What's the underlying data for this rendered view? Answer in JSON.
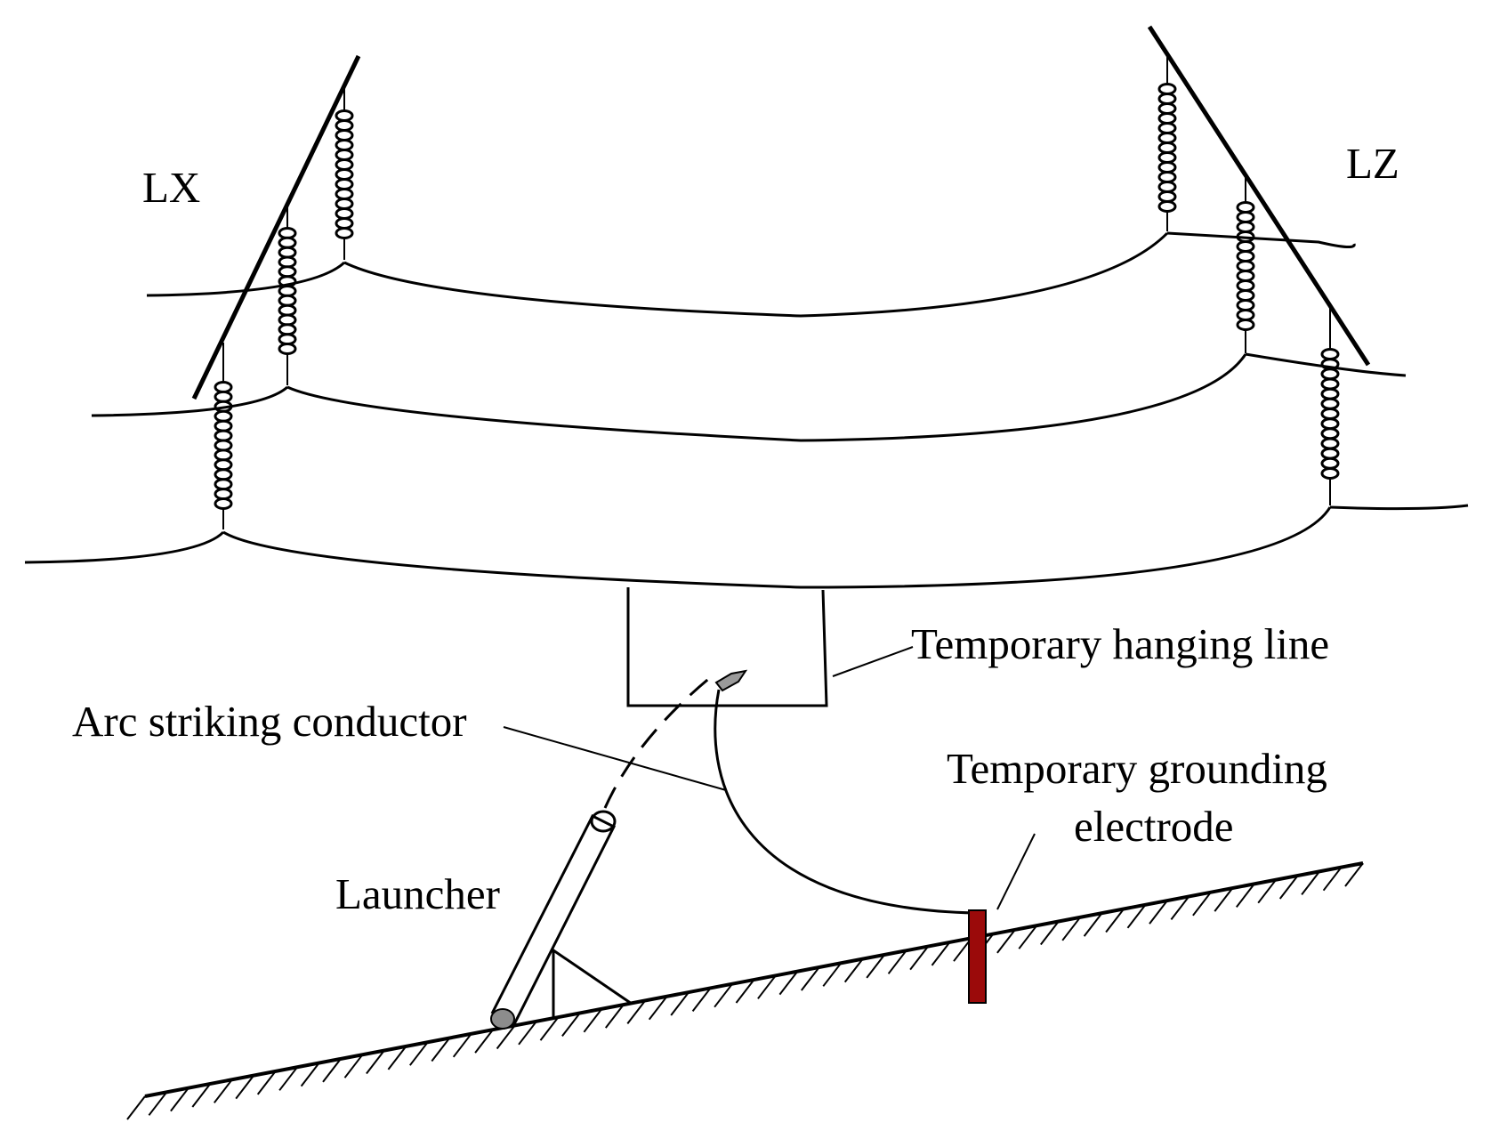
{
  "labels": {
    "lx": "LX",
    "lz": "LZ",
    "temporary_hanging_line": "Temporary hanging line",
    "arc_striking_conductor": "Arc striking conductor",
    "temporary_grounding_line1": "Temporary grounding",
    "temporary_grounding_line2": "electrode",
    "launcher": "Launcher"
  },
  "colors": {
    "line": "#000000",
    "electrode": "#9b0a0a",
    "projectile": "#9a9a9a",
    "launcher_base": "#8c8c8c",
    "background": "#ffffff"
  }
}
